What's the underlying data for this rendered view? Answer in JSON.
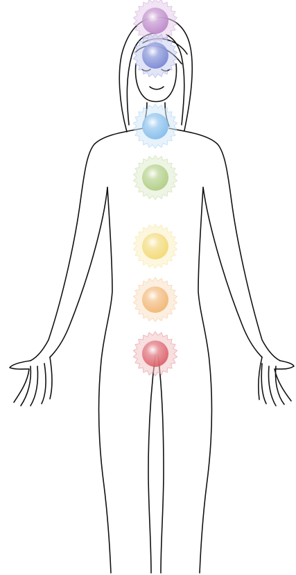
{
  "colors": {
    "outline": "#111111",
    "background": "#ffffff"
  },
  "chakras": [
    {
      "name": "crown",
      "color": "#b77fc4",
      "glow": "#e6cdeb"
    },
    {
      "name": "third-eye",
      "color": "#6f7fd0",
      "glow": "#c9d0f0"
    },
    {
      "name": "throat",
      "color": "#7ab9ea",
      "glow": "#d3e8f8"
    },
    {
      "name": "heart",
      "color": "#a9c97a",
      "glow": "#e2edd0"
    },
    {
      "name": "solar-plexus",
      "color": "#f1d66a",
      "glow": "#fbf0c4"
    },
    {
      "name": "sacral",
      "color": "#f0b06a",
      "glow": "#fae2c4"
    },
    {
      "name": "root",
      "color": "#d9565f",
      "glow": "#f3c4c6"
    }
  ]
}
